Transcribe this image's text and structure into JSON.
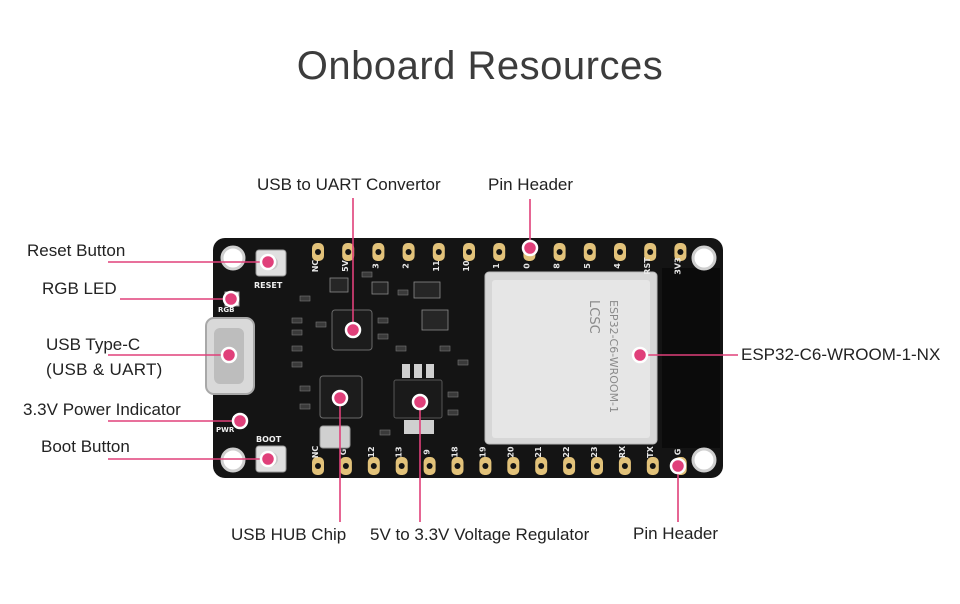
{
  "title": "Onboard Resources",
  "labels": {
    "reset_button": "Reset Button",
    "rgb_led": "RGB LED",
    "usb_typec_line1": "USB Type-C",
    "usb_typec_line2": "(USB & UART)",
    "power_indicator": "3.3V Power Indicator",
    "boot_button": "Boot Button",
    "usb_uart": "USB to UART Convertor",
    "pin_header_top": "Pin Header",
    "module": "ESP32-C6-WROOM-1-NX",
    "usb_hub": "USB HUB Chip",
    "regulator": "5V to 3.3V Voltage Regulator",
    "pin_header_bottom": "Pin Header"
  },
  "board": {
    "top_pins": [
      "NC",
      "5V",
      "3",
      "2",
      "11",
      "10",
      "1",
      "0",
      "8",
      "5",
      "4",
      "RST",
      "3V3"
    ],
    "bottom_pins": [
      "NC",
      "G",
      "12",
      "13",
      "9",
      "18",
      "19",
      "20",
      "21",
      "22",
      "23",
      "RX",
      "TX",
      "G"
    ],
    "silk_reset": "RESET",
    "silk_boot": "BOOT",
    "silk_rgb": "RGB",
    "silk_pwr": "PWR",
    "module_brand": "LCSC",
    "module_model": "ESP32-C6-WROOM-1"
  },
  "colors": {
    "accent_line": "#e0407a",
    "pcb": "#141414",
    "gold_pad": "#e2c27a"
  }
}
